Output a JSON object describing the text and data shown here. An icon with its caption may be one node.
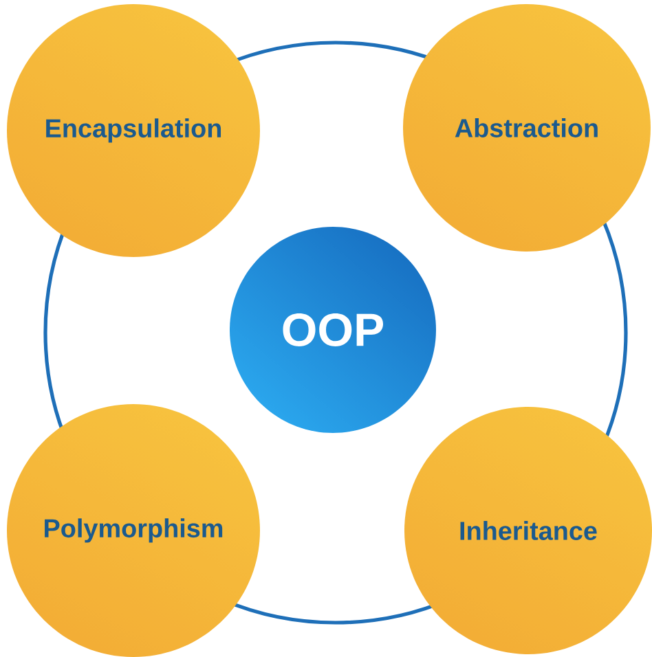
{
  "diagram": {
    "nodes": [
      {
        "text": [
          "Encapsulation"
        ]
      },
      {
        "text": [
          "Abstraction"
        ]
      },
      {
        "text": [
          "OOP"
        ]
      },
      {
        "text": [
          "Polymorphism"
        ]
      },
      {
        "text": [
          "Inheritance"
        ]
      }
    ]
  }
}
